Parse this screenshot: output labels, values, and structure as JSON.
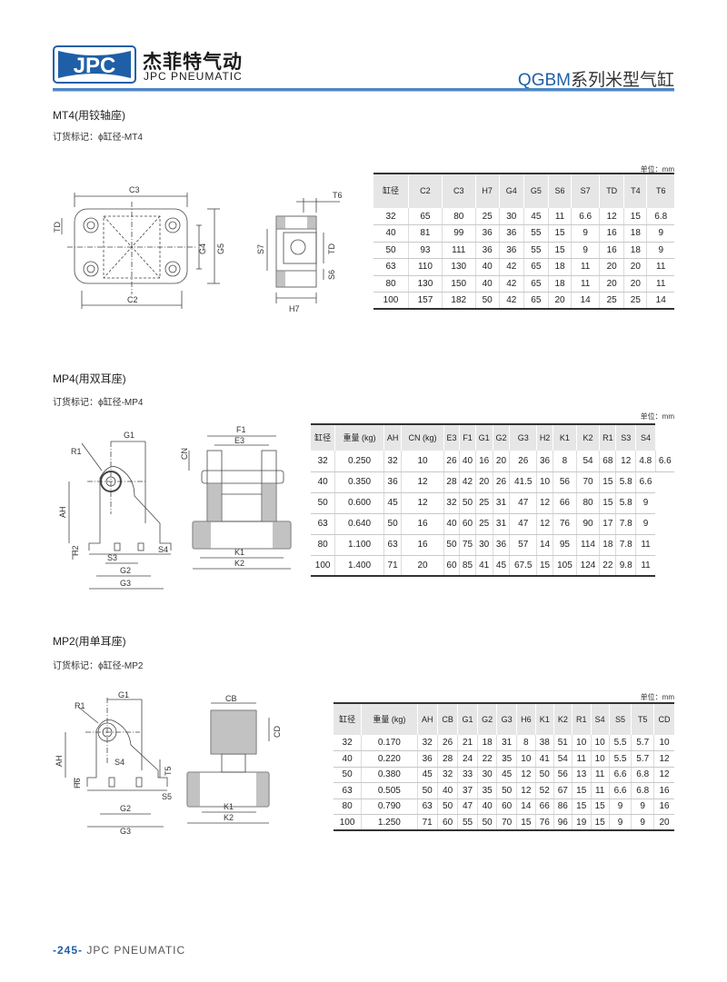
{
  "header": {
    "logo_text": "JPC",
    "brand_cn": "杰菲特气动",
    "brand_en": "JPC PNEUMATIC",
    "series_code": "QGBM",
    "series_name": "系列米型气缸"
  },
  "colors": {
    "accent": "#1f5fa8",
    "header_rule": "#4e86c6"
  },
  "unit_label": "单位：mm",
  "mt4": {
    "title": "MT4(用铰轴座)",
    "order": "订货标记：ϕ缸径-MT4",
    "drawing_labels": {
      "c3": "C3",
      "c2": "C2",
      "td": "TD",
      "g4": "G4",
      "g5": "G5",
      "t6": "T6",
      "s7": "S7",
      "td2": "TD",
      "s6": "S6",
      "h7": "H7"
    },
    "columns": [
      "缸径",
      "C2",
      "C3",
      "H7",
      "G4",
      "G5",
      "S6",
      "S7",
      "TD",
      "T4",
      "T6"
    ],
    "rows": [
      [
        "32",
        "65",
        "80",
        "25",
        "30",
        "45",
        "11",
        "6.6",
        "12",
        "15",
        "6.8"
      ],
      [
        "40",
        "81",
        "99",
        "36",
        "36",
        "55",
        "15",
        "9",
        "16",
        "18",
        "9"
      ],
      [
        "50",
        "93",
        "111",
        "36",
        "36",
        "55",
        "15",
        "9",
        "16",
        "18",
        "9"
      ],
      [
        "63",
        "110",
        "130",
        "40",
        "42",
        "65",
        "18",
        "11",
        "20",
        "20",
        "11"
      ],
      [
        "80",
        "130",
        "150",
        "40",
        "42",
        "65",
        "18",
        "11",
        "20",
        "20",
        "11"
      ],
      [
        "100",
        "157",
        "182",
        "50",
        "42",
        "65",
        "20",
        "14",
        "25",
        "25",
        "14"
      ]
    ]
  },
  "mp4": {
    "title": "MP4(用双耳座)",
    "order": "订货标记：ϕ缸径-MP4",
    "drawing_labels": {
      "r1": "R1",
      "g1": "G1",
      "ah": "AH",
      "h2": "H2",
      "s3": "S3",
      "s4": "S4",
      "g2": "G2",
      "g3": "G3",
      "f1": "F1",
      "cn": "CN",
      "e3": "E3",
      "k1": "K1",
      "k2": "K2"
    },
    "columns": [
      "缸径",
      "重量 (kg)",
      "AH",
      "CN (kg)",
      "E3",
      "F1",
      "G1",
      "G2",
      "G3",
      "H2",
      "K1",
      "K2",
      "R1",
      "S3",
      "S4"
    ],
    "rows": [
      [
        "32",
        "0.250",
        "32",
        "10",
        "26",
        "40",
        "16",
        "20",
        "26",
        "36",
        "8",
        "54",
        "68",
        "12",
        "4.8",
        "6.6"
      ],
      [
        "40",
        "0.350",
        "36",
        "12",
        "28",
        "42",
        "20",
        "26",
        "41.5",
        "10",
        "56",
        "70",
        "15",
        "5.8",
        "6.6"
      ],
      [
        "50",
        "0.600",
        "45",
        "12",
        "32",
        "50",
        "25",
        "31",
        "47",
        "12",
        "66",
        "80",
        "15",
        "5.8",
        "9"
      ],
      [
        "63",
        "0.640",
        "50",
        "16",
        "40",
        "60",
        "25",
        "31",
        "47",
        "12",
        "76",
        "90",
        "17",
        "7.8",
        "9"
      ],
      [
        "80",
        "1.100",
        "63",
        "16",
        "50",
        "75",
        "30",
        "36",
        "57",
        "14",
        "95",
        "114",
        "18",
        "7.8",
        "11"
      ],
      [
        "100",
        "1.400",
        "71",
        "20",
        "60",
        "85",
        "41",
        "45",
        "67.5",
        "15",
        "105",
        "124",
        "22",
        "9.8",
        "11"
      ]
    ]
  },
  "mp2": {
    "title": "MP2(用单耳座)",
    "order": "订货标记：ϕ缸径-MP2",
    "drawing_labels": {
      "r1": "R1",
      "g1": "G1",
      "ah": "AH",
      "h6": "H6",
      "s4": "S4",
      "t5": "T5",
      "s5": "S5",
      "g2": "G2",
      "g3": "G3",
      "cb": "CB",
      "cd": "CD",
      "k1": "K1",
      "k2": "K2"
    },
    "columns": [
      "缸径",
      "重量 (kg)",
      "AH",
      "CB",
      "G1",
      "G2",
      "G3",
      "H6",
      "K1",
      "K2",
      "R1",
      "S4",
      "S5",
      "T5",
      "CD"
    ],
    "rows": [
      [
        "32",
        "0.170",
        "32",
        "26",
        "21",
        "18",
        "31",
        "8",
        "38",
        "51",
        "10",
        "10",
        "5.5",
        "5.7",
        "10"
      ],
      [
        "40",
        "0.220",
        "36",
        "28",
        "24",
        "22",
        "35",
        "10",
        "41",
        "54",
        "11",
        "10",
        "5.5",
        "5.7",
        "12"
      ],
      [
        "50",
        "0.380",
        "45",
        "32",
        "33",
        "30",
        "45",
        "12",
        "50",
        "56",
        "13",
        "11",
        "6.6",
        "6.8",
        "12"
      ],
      [
        "63",
        "0.505",
        "50",
        "40",
        "37",
        "35",
        "50",
        "12",
        "52",
        "67",
        "15",
        "11",
        "6.6",
        "6.8",
        "16"
      ],
      [
        "80",
        "0.790",
        "63",
        "50",
        "47",
        "40",
        "60",
        "14",
        "66",
        "86",
        "15",
        "15",
        "9",
        "9",
        "16"
      ],
      [
        "100",
        "1.250",
        "71",
        "60",
        "55",
        "50",
        "70",
        "15",
        "76",
        "96",
        "19",
        "15",
        "9",
        "9",
        "20"
      ]
    ]
  },
  "footer": {
    "page": "-245-",
    "brand": "JPC PNEUMATIC"
  }
}
